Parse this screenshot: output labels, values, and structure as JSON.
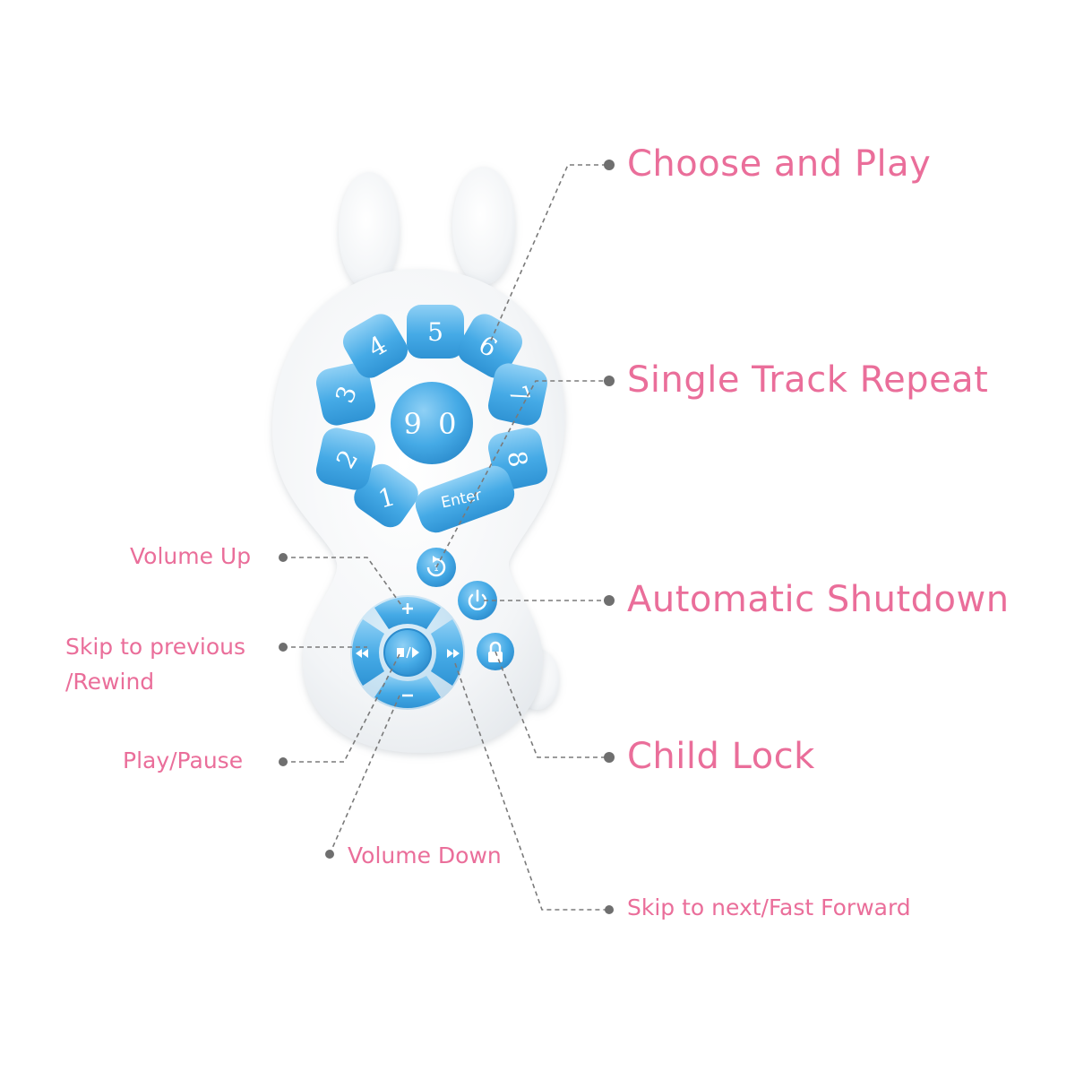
{
  "colors": {
    "label": "#ea6e9a",
    "button": "#3fa6e4",
    "button_light": "#8fd0f5",
    "button_text": "#ffffff",
    "body": "#f4f6f8",
    "leader": "#7a7a7a"
  },
  "buttons": {
    "numbers": [
      "1",
      "2",
      "3",
      "4",
      "5",
      "6",
      "7",
      "8"
    ],
    "center": "9 0",
    "enter": "Enter"
  },
  "icons": {
    "repeat": "repeat-icon",
    "power": "power-icon",
    "lock": "lock-icon",
    "volume_up": "plus-icon",
    "volume_down": "minus-icon",
    "previous": "rewind-icon",
    "next": "fast-forward-icon",
    "play_pause": "play-pause-icon"
  },
  "labels": {
    "choose_play": "Choose and Play",
    "single_repeat": "Single Track Repeat",
    "auto_shutdown": "Automatic Shutdown",
    "child_lock": "Child Lock",
    "volume_up": "Volume Up",
    "skip_previous_line1": "Skip to previous",
    "skip_previous_line2": "/Rewind",
    "play_pause": "Play/Pause",
    "volume_down": "Volume Down",
    "skip_next": "Skip to next/Fast Forward"
  }
}
